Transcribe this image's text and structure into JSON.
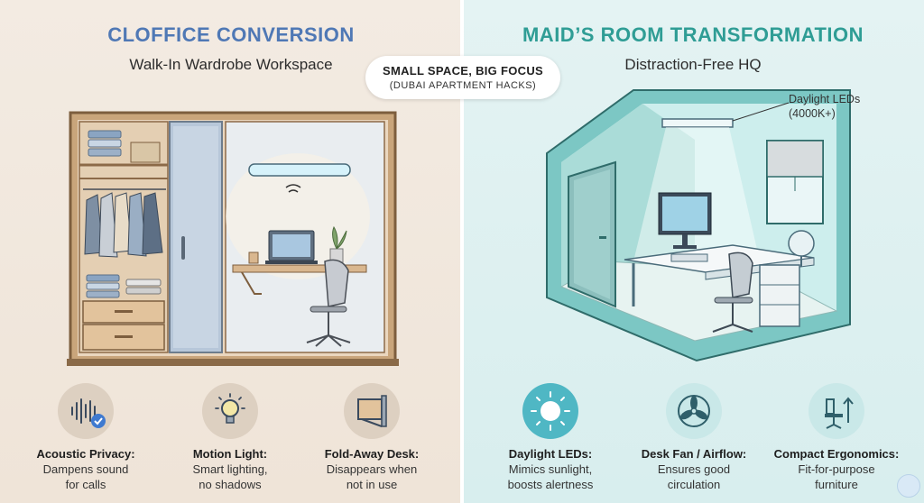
{
  "left": {
    "title": "CLOFFICE CONVERSION",
    "subtitle": "Walk-In Wardrobe Workspace",
    "features": [
      {
        "title": "Acoustic Privacy:",
        "line1": "Dampens sound",
        "line2": "for calls",
        "icon": "soundwave-check-icon"
      },
      {
        "title": "Motion Light:",
        "line1": "Smart lighting,",
        "line2": "no shadows",
        "icon": "lightbulb-icon"
      },
      {
        "title": "Fold-Away Desk:",
        "line1": "Disappears when",
        "line2": "not in use",
        "icon": "fold-desk-icon"
      }
    ]
  },
  "right": {
    "title": "MAID’S ROOM TRANSFORMATION",
    "subtitle": "Distraction-Free HQ",
    "callout_line1": "Daylight LEDs",
    "callout_line2": "(4000K+)",
    "features": [
      {
        "title": "Daylight LEDs:",
        "line1": "Mimics sunlight,",
        "line2": "boosts alertness",
        "icon": "sun-icon"
      },
      {
        "title": "Desk Fan / Airflow:",
        "line1": "Ensures good",
        "line2": "circulation",
        "icon": "fan-icon"
      },
      {
        "title": "Compact Ergonomics:",
        "line1": "Fit-for-purpose",
        "line2": "furniture",
        "icon": "chair-arrow-icon"
      }
    ]
  },
  "badge": {
    "line1": "SMALL SPACE, BIG FOCUS",
    "line2": "(DUBAI APARTMENT HACKS)"
  },
  "colors": {
    "left_title": "#4f78b5",
    "right_title": "#2f9d95",
    "left_bg": "#f0e6da",
    "right_bg": "#dff0f0"
  }
}
